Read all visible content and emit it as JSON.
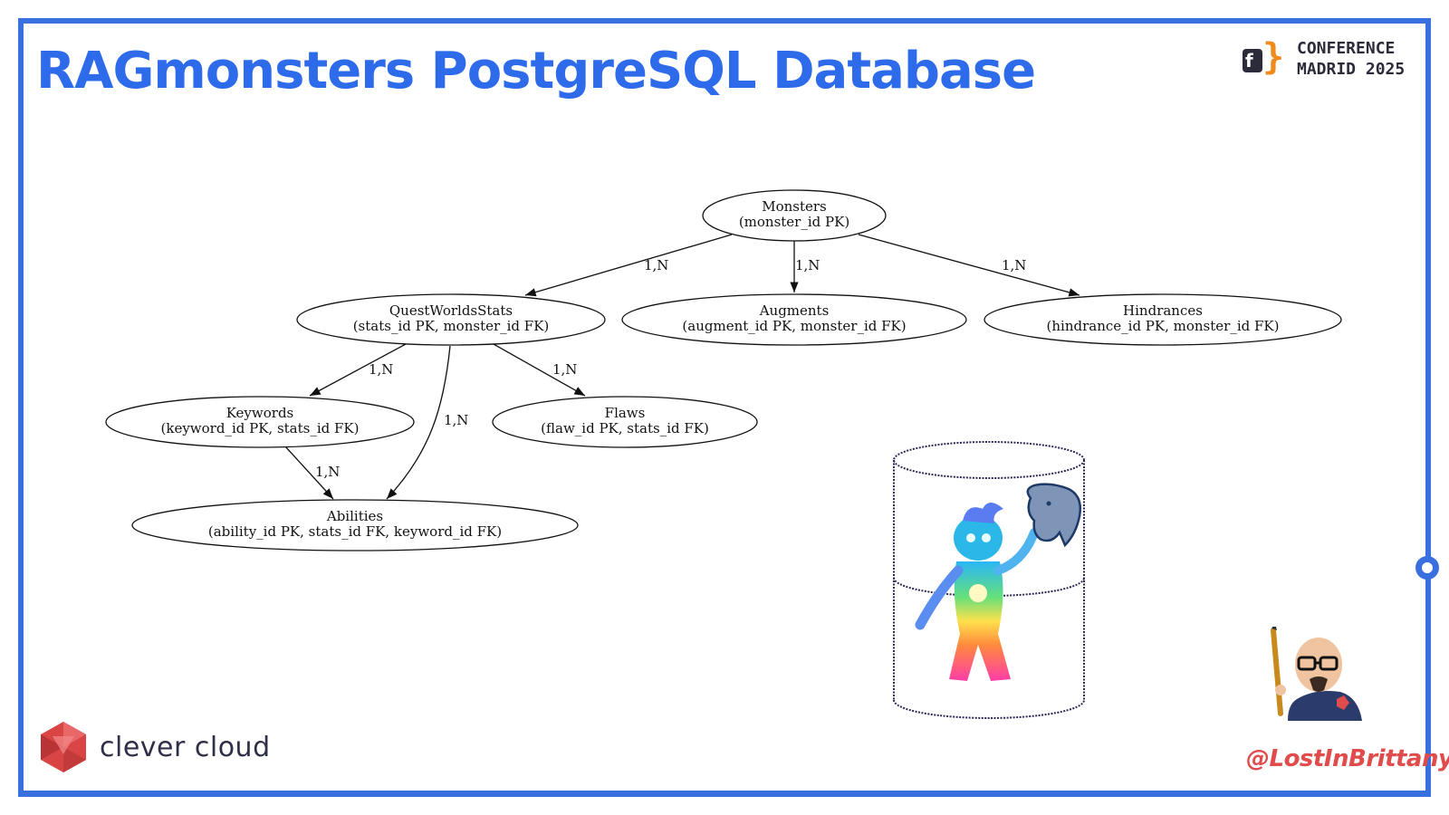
{
  "slide": {
    "title": "RAGmonsters PostgreSQL Database",
    "accent_color": "#3a6fe0",
    "title_color": "#2e6bea"
  },
  "conference": {
    "line1": "CONFERENCE",
    "line2": "MADRID 2025",
    "logo_icon": "braces-logo-icon",
    "logo_colors": [
      "#f08a1d",
      "#2b2b3a"
    ]
  },
  "diagram": {
    "nodes": [
      {
        "id": "monsters",
        "name": "Monsters",
        "fields": "(monster_id PK)"
      },
      {
        "id": "questworldsstats",
        "name": "QuestWorldsStats",
        "fields": "(stats_id PK, monster_id FK)"
      },
      {
        "id": "augments",
        "name": "Augments",
        "fields": "(augment_id PK, monster_id FK)"
      },
      {
        "id": "hindrances",
        "name": "Hindrances",
        "fields": "(hindrance_id PK, monster_id FK)"
      },
      {
        "id": "keywords",
        "name": "Keywords",
        "fields": "(keyword_id PK, stats_id FK)"
      },
      {
        "id": "flaws",
        "name": "Flaws",
        "fields": "(flaw_id PK, stats_id FK)"
      },
      {
        "id": "abilities",
        "name": "Abilities",
        "fields": "(ability_id PK, stats_id FK, keyword_id FK)"
      }
    ],
    "edges": [
      {
        "from": "monsters",
        "to": "questworldsstats",
        "label": "1,N"
      },
      {
        "from": "monsters",
        "to": "augments",
        "label": "1,N"
      },
      {
        "from": "monsters",
        "to": "hindrances",
        "label": "1,N"
      },
      {
        "from": "questworldsstats",
        "to": "keywords",
        "label": "1,N"
      },
      {
        "from": "questworldsstats",
        "to": "abilities",
        "label": "1,N"
      },
      {
        "from": "questworldsstats",
        "to": "flaws",
        "label": "1,N"
      },
      {
        "from": "keywords",
        "to": "abilities",
        "label": "1,N"
      }
    ]
  },
  "illustration": {
    "icons": [
      "database-cylinder-icon",
      "postgresql-elephant-icon",
      "rainbow-monster-icon"
    ]
  },
  "footer": {
    "brand_name": "clever cloud",
    "brand_icon": "clever-cloud-logo-icon",
    "brand_color": "#e04b4b",
    "handle": "@LostInBrittany",
    "handle_color": "#e04b4b"
  }
}
